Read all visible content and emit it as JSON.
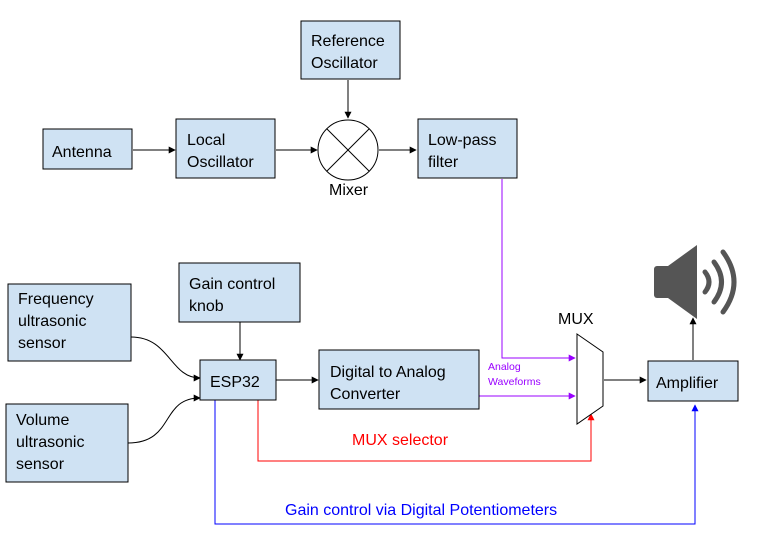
{
  "blocks": {
    "antenna": [
      "Antenna"
    ],
    "local_osc": [
      "Local",
      "Oscillator"
    ],
    "ref_osc": [
      "Reference",
      "Oscillator"
    ],
    "lowpass": [
      "Low-pass",
      "filter"
    ],
    "gain_knob": [
      "Gain control",
      "knob"
    ],
    "freq_sensor": [
      "Frequency",
      "ultrasonic",
      "sensor"
    ],
    "vol_sensor": [
      "Volume",
      "ultrasonic",
      "sensor"
    ],
    "esp32": [
      "ESP32"
    ],
    "dac": [
      "Digital to Analog",
      "Converter"
    ],
    "amplifier": [
      "Amplifier"
    ]
  },
  "labels": {
    "mixer": "Mixer",
    "mux": "MUX",
    "analog": [
      "Analog",
      "Waveforms"
    ],
    "mux_selector": "MUX selector",
    "gain_control": "Gain control via Digital Potentiometers"
  },
  "colors": {
    "block_fill": "#cfe2f3",
    "analog_line": "#9900ff",
    "mux_select_line": "#ff0000",
    "gain_line": "#0000ff",
    "speaker": "#555555"
  },
  "icons": {
    "mixer": "mixer-multiply-icon",
    "speaker": "speaker-icon"
  }
}
